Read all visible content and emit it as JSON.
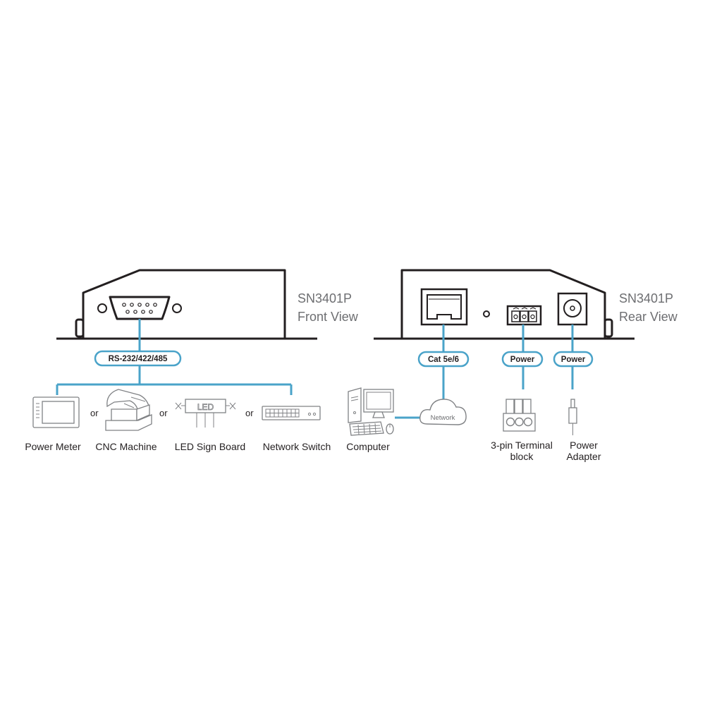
{
  "front": {
    "model": "SN3401P",
    "view": "Front View",
    "port_label": "RS-232/422/485"
  },
  "rear": {
    "model": "SN3401P",
    "view": "Rear View",
    "port_labels": {
      "lan": "Cat 5e/6",
      "terminal_power": "Power",
      "dc_power": "Power"
    }
  },
  "serial_devices": [
    {
      "id": "power-meter",
      "label": "Power Meter"
    },
    {
      "id": "cnc-machine",
      "label": "CNC Machine"
    },
    {
      "id": "led-sign-board",
      "label": "LED Sign Board",
      "display_text": "LED"
    },
    {
      "id": "network-switch",
      "label": "Network Switch"
    }
  ],
  "separator": "or",
  "network": {
    "cloud_label": "Network",
    "computer_label": "Computer"
  },
  "power_parts": {
    "terminal_block": {
      "line1": "3-pin Terminal",
      "line2": "block"
    },
    "adapter": {
      "line1": "Power",
      "line2": "Adapter"
    }
  },
  "colors": {
    "connector_blue": "#4aa3c9",
    "device_outline": "#231f20",
    "icon_gray": "#808285",
    "title_gray": "#6d6e71"
  }
}
